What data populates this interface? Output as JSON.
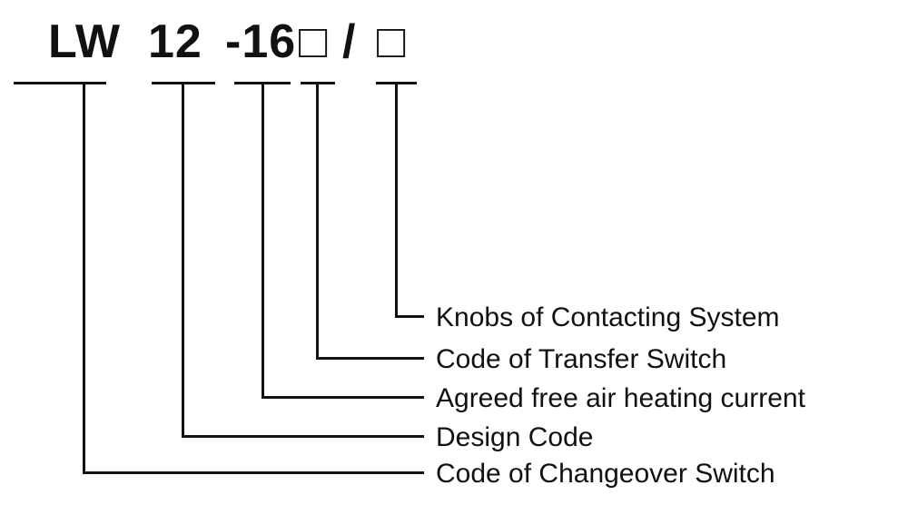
{
  "diagram": {
    "model_code": {
      "series": "LW",
      "design_code": "12",
      "current": "-16",
      "transfer_box": "□",
      "separator": "/",
      "knob_box": "□"
    },
    "callouts": [
      {
        "label": "Knobs of Contacting System"
      },
      {
        "label": "Code of Transfer Switch"
      },
      {
        "label": "Agreed free air heating current"
      },
      {
        "label": "Design Code"
      },
      {
        "label": "Code of Changeover Switch"
      }
    ],
    "colors": {
      "line": "#111111",
      "text": "#111111",
      "background": "#ffffff"
    }
  }
}
